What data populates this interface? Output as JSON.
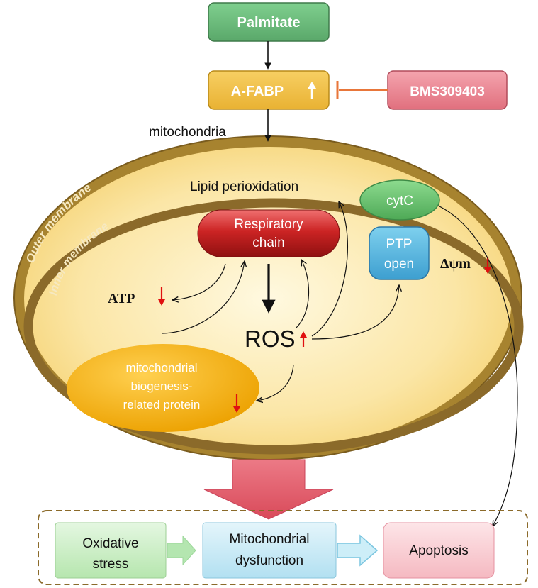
{
  "nodes": {
    "palmitate": "Palmitate",
    "afabp": "A-FABP",
    "bms": "BMS309403",
    "mitochondria": "mitochondria",
    "respiratory_line1": "Respiratory",
    "respiratory_line2": "chain",
    "lipid": "Lipid perioxidation",
    "cytc": "cytC",
    "ptp_line1": "PTP",
    "ptp_line2": "open",
    "delta_psi": "Δψm",
    "atp": "ATP",
    "ros": "ROS",
    "biogenesis_line1": "mitochondrial",
    "biogenesis_line2": "biogenesis-",
    "biogenesis_line3": "related protein"
  },
  "membranes": {
    "outer": "Outer membrane",
    "inner": "Inner membrane"
  },
  "outcomes": {
    "oxidative_line1": "Oxidative",
    "oxidative_line2": "stress",
    "mito_line1": "Mitochondrial",
    "mito_line2": "dysfunction",
    "apoptosis": "Apoptosis"
  },
  "colors": {
    "increase_arrow": "#e01010",
    "decrease_arrow": "#e01010",
    "inhibit": "#e8763a",
    "membrane": "#8b6a2a"
  }
}
